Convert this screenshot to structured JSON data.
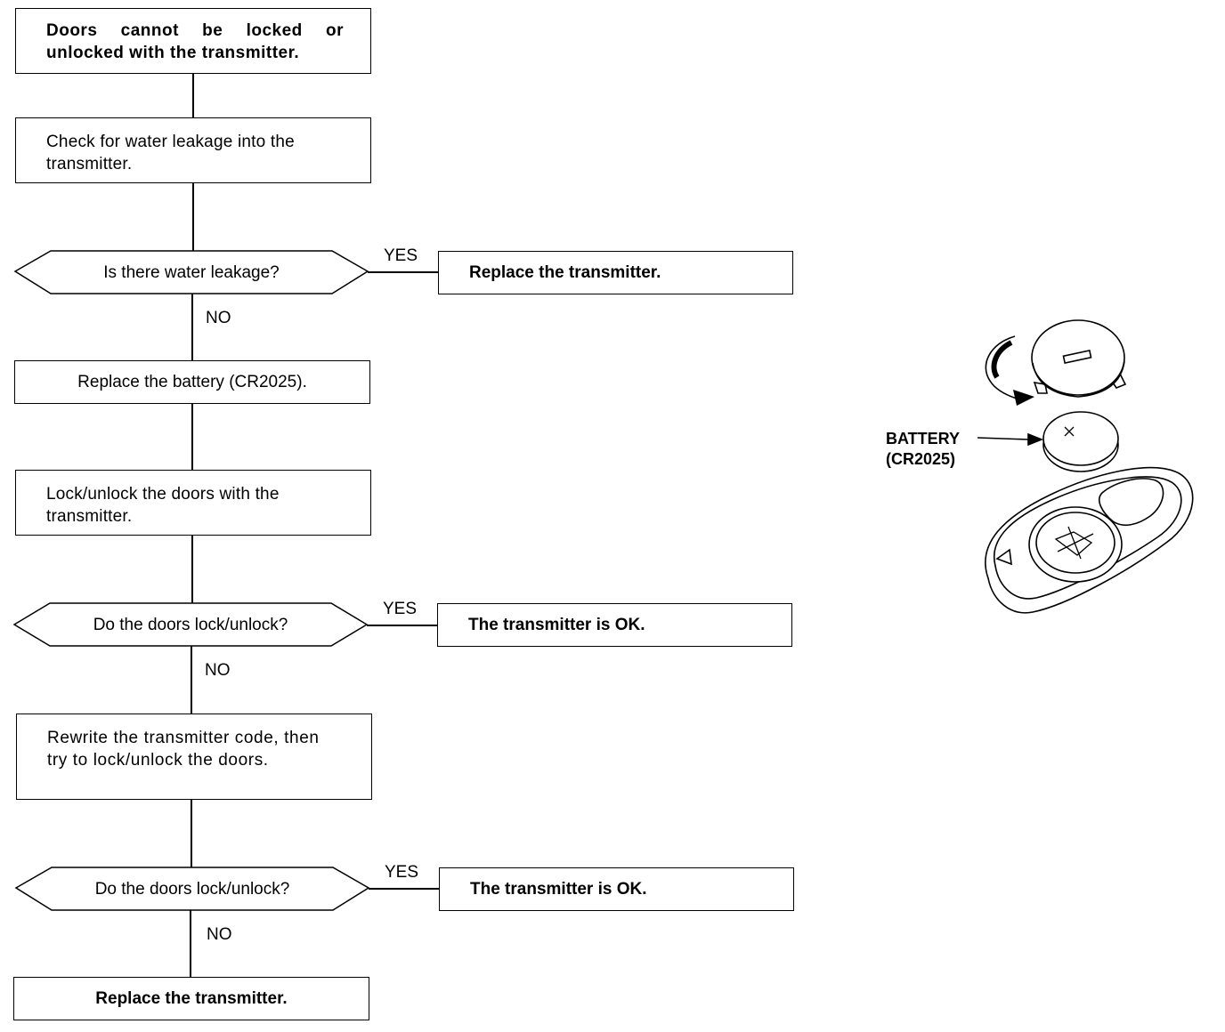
{
  "flowchart": {
    "start": "Doors cannot be locked or unlocked with the transmitter.",
    "step_check_water": "Check for water leakage into the transmitter.",
    "decision_water": "Is there water leakage?",
    "result_replace_1": "Replace the transmitter.",
    "step_replace_battery": "Replace the battery (CR2025).",
    "step_lock_unlock": "Lock/unlock the doors with the transmitter.",
    "decision_doors_1": "Do the doors lock/unlock?",
    "result_ok_1": "The transmitter is OK.",
    "step_rewrite": "Rewrite the transmitter code, then try to lock/unlock the doors.",
    "decision_doors_2": "Do the doors lock/unlock?",
    "result_ok_2": "The transmitter is OK.",
    "result_replace_final": "Replace the transmitter.",
    "yes_label": "YES",
    "no_label": "NO"
  },
  "illustration": {
    "battery_label_line1": "BATTERY",
    "battery_label_line2": "(CR2025)"
  }
}
